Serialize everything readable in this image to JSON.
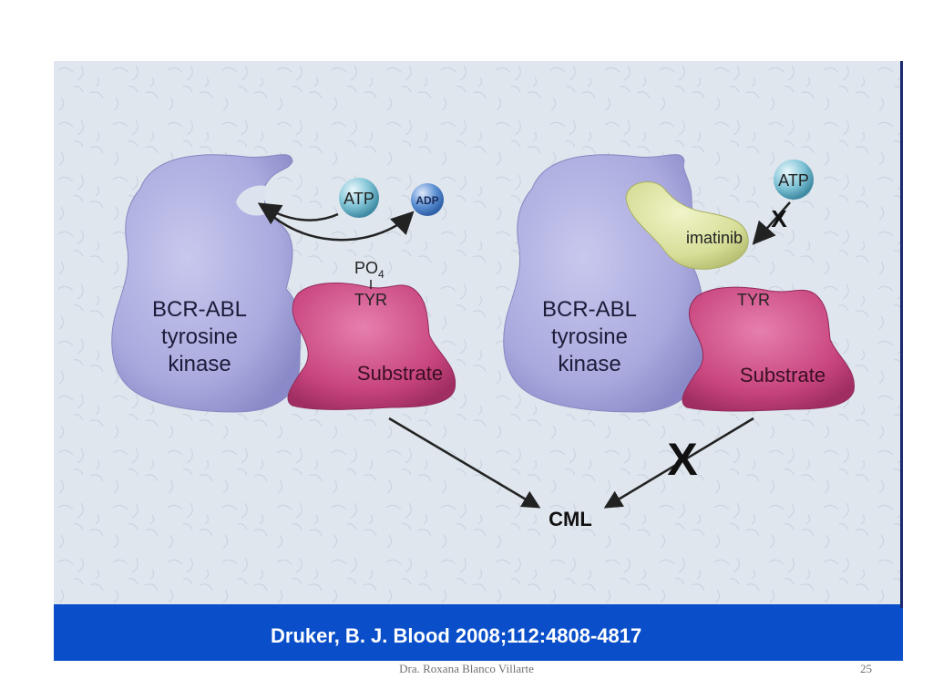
{
  "left_panel": {
    "kinase_line1": "BCR-ABL",
    "kinase_line2": "tyrosine",
    "kinase_line3": "kinase",
    "atp": "ATP",
    "adp": "ADP",
    "po4": "PO",
    "po4_sub": "4",
    "tyr": "TYR",
    "substrate": "Substrate"
  },
  "right_panel": {
    "kinase_line1": "BCR-ABL",
    "kinase_line2": "tyrosine",
    "kinase_line3": "kinase",
    "atp": "ATP",
    "imatinib": "imatinib",
    "block_mark": "X",
    "tyr": "TYR",
    "substrate": "Substrate",
    "pathway_block": "X"
  },
  "outcome": "CML",
  "citation": "Druker, B. J. Blood 2008;112:4808-4817",
  "footer": {
    "author": "Dra. Roxana Blanco Villarte",
    "page_number": "25"
  },
  "colors": {
    "background": "#dfe6ee",
    "kinase": "#a9a9de",
    "substrate": "#c8457e",
    "atp_sphere": "#7fc3d6",
    "adp_sphere": "#5b8fd3",
    "imatinib": "#d7de98",
    "citation_bar": "#0a4fc9"
  }
}
